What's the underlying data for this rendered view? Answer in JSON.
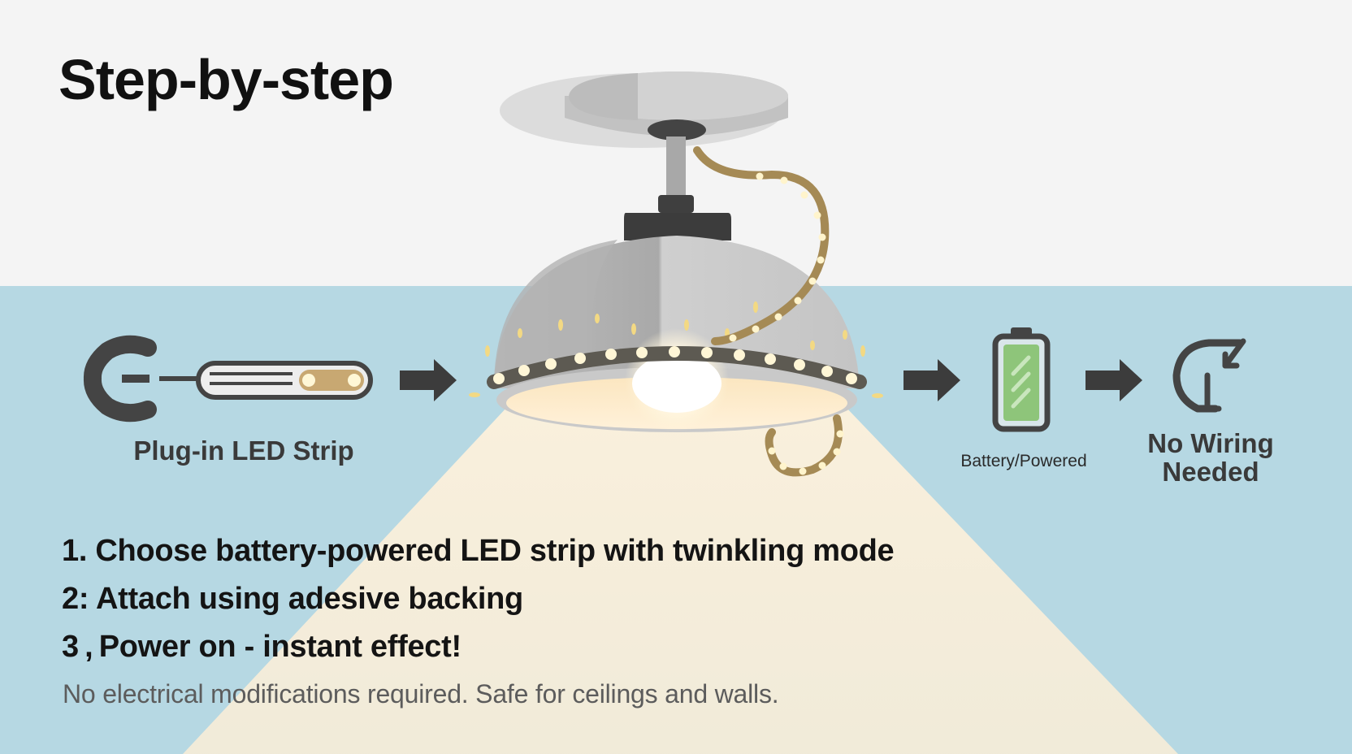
{
  "title": "Step-by-step",
  "flow": [
    {
      "label": "Plug-in LED Strip",
      "icon": "plug-in-led-strip-icon"
    },
    {
      "label": "",
      "icon": "ceiling-lamp-icon"
    },
    {
      "label": "Battery/Powered",
      "icon": "battery-icon"
    },
    {
      "label_lines": [
        "No Wiring",
        "Needed"
      ],
      "icon": "no-wiring-icon"
    }
  ],
  "steps": [
    "1. Choose battery-powered LED strip with twinkling mode",
    "2: Attach using adesive backing",
    "3 , Power on - instant effect!"
  ],
  "note": "No electrical modifications required. Safe for ceilings and walls.",
  "colors": {
    "wall_top": "#f4f4f4",
    "wall_bottom": "#b6d8e3",
    "icon_dark": "#444444",
    "led_warm": "#f6d98a",
    "strip_tan": "#c8a872",
    "battery_green": "#8ec57a",
    "light_beam": "#fbeed7"
  }
}
